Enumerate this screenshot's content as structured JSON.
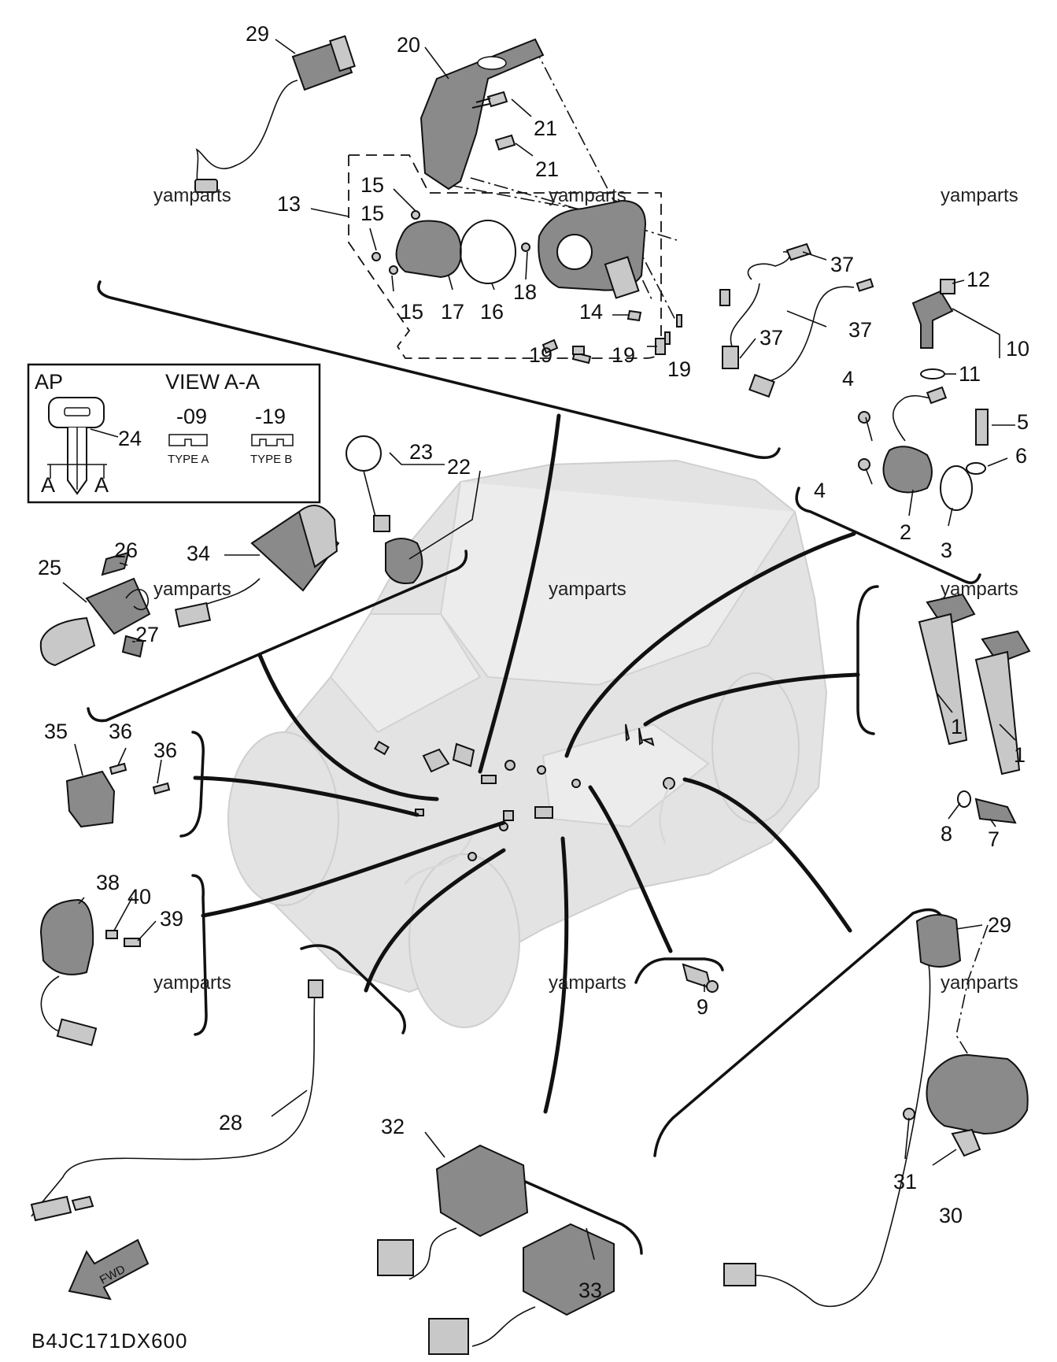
{
  "diagram_code": "B4JC171DX600",
  "watermark": "yamparts",
  "callouts": {
    "c1a": "1",
    "c1b": "1",
    "c2": "2",
    "c3": "3",
    "c4a": "4",
    "c4b": "4",
    "c5": "5",
    "c6": "6",
    "c7": "7",
    "c8": "8",
    "c9": "9",
    "c10": "10",
    "c11": "11",
    "c12": "12",
    "c13": "13",
    "c14": "14",
    "c15a": "15",
    "c15b": "15",
    "c15c": "15",
    "c16": "16",
    "c17": "17",
    "c18": "18",
    "c19a": "19",
    "c19b": "19",
    "c19c": "19",
    "c20": "20",
    "c21a": "21",
    "c21b": "21",
    "c22": "22",
    "c23": "23",
    "c24": "24",
    "c25": "25",
    "c26": "26",
    "c27": "27",
    "c28": "28",
    "c29a": "29",
    "c29b": "29",
    "c30": "30",
    "c31": "31",
    "c32": "32",
    "c33": "33",
    "c34": "34",
    "c35": "35",
    "c36a": "36",
    "c36b": "36",
    "c37a": "37",
    "c37b": "37",
    "c37c": "37",
    "c38": "38",
    "c39": "39",
    "c40": "40"
  },
  "key_inset": {
    "region": "AP",
    "view_title": "VIEW A-A",
    "section_mark_left": "A",
    "section_mark_right": "A",
    "type_a_suffix": "-09",
    "type_a_label": "TYPE A",
    "type_b_suffix": "-19",
    "type_b_label": "TYPE B"
  },
  "direction_arrow": "FWD"
}
